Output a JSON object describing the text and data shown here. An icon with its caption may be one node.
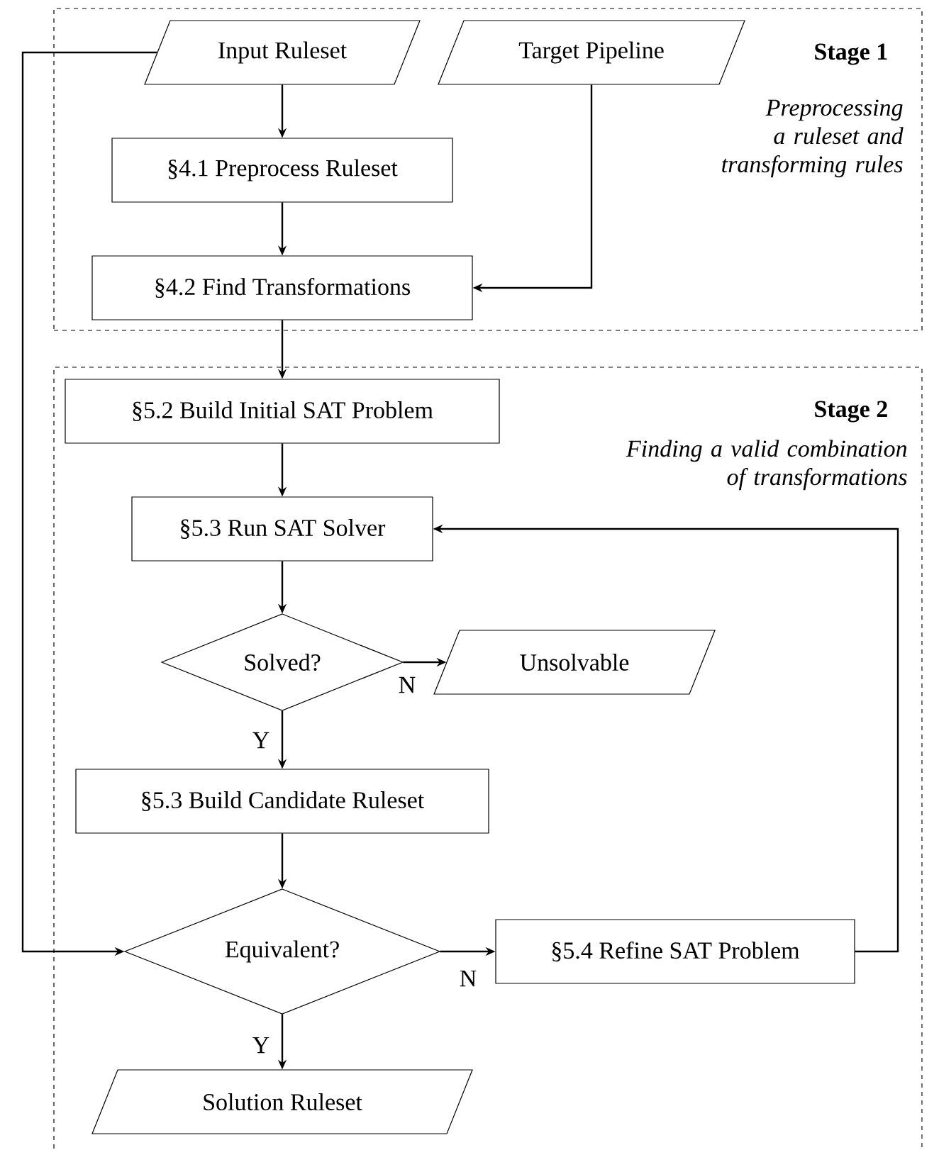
{
  "diagram": {
    "nodes": [
      {
        "text": [
          "Stage 1",
          "Preprocessing a ruleset and transforming rules"
        ]
      },
      {
        "text": [
          "Input Ruleset"
        ],
        "in": 0
      },
      {
        "text": [
          "Target Pipeline"
        ],
        "in": 0
      },
      {
        "text": [
          "§4.1 Preprocess Ruleset"
        ],
        "in": 0
      },
      {
        "text": [
          "§4.2 Find Transformations"
        ],
        "in": 0
      },
      {
        "text": [
          "Stage 2",
          "Finding a valid combination of transformations"
        ]
      },
      {
        "text": [
          "§5.2 Build Initial SAT Problem"
        ],
        "in": 5
      },
      {
        "text": [
          "§5.3 Run SAT Solver"
        ],
        "in": 5
      },
      {
        "text": [
          "Solved?"
        ],
        "in": 5
      },
      {
        "text": [
          "Unsolvable"
        ],
        "in": 5
      },
      {
        "text": [
          "§5.3 Build Candidate Ruleset"
        ],
        "in": 5
      },
      {
        "text": [
          "Equivalent?"
        ],
        "in": 5
      },
      {
        "text": [
          "§5.4 Refine SAT Problem"
        ],
        "in": 5
      },
      {
        "text": [
          "Solution Ruleset"
        ],
        "in": 5
      }
    ],
    "edges": [
      {
        "from": 1,
        "to": 3,
        "arrow": "to"
      },
      {
        "from": 3,
        "to": 4,
        "arrow": "to"
      },
      {
        "from": 2,
        "to": 4,
        "arrow": "to"
      },
      {
        "from": 4,
        "to": 6,
        "arrow": "to"
      },
      {
        "from": 6,
        "to": 7,
        "arrow": "to"
      },
      {
        "from": 7,
        "to": 8,
        "arrow": "to"
      },
      {
        "from": 8,
        "to": 9,
        "arrow": "to",
        "label": "N"
      },
      {
        "from": 8,
        "to": 10,
        "arrow": "to",
        "label": "Y"
      },
      {
        "from": 10,
        "to": 11,
        "arrow": "to"
      },
      {
        "from": 11,
        "to": 12,
        "arrow": "to",
        "label": "N"
      },
      {
        "from": 12,
        "to": 7,
        "arrow": "to"
      },
      {
        "from": 11,
        "to": 13,
        "arrow": "to",
        "label": "Y"
      },
      {
        "from": 1,
        "to": 11,
        "arrow": "to"
      }
    ]
  }
}
